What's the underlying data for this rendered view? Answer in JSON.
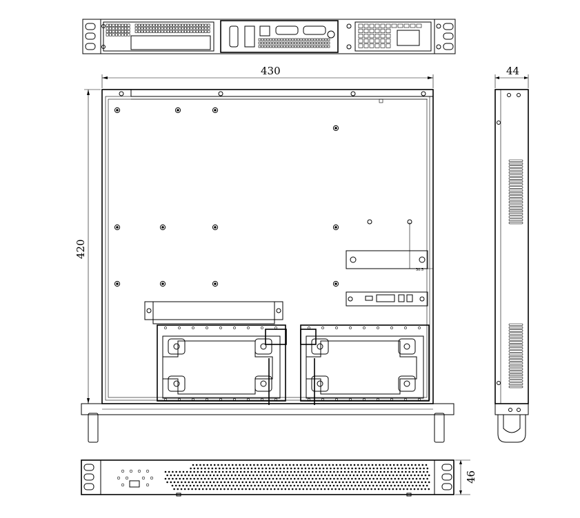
{
  "dimensions": {
    "width": "430",
    "depth": "420",
    "side_height": "44",
    "rear_height": "46"
  },
  "views": [
    "front-view",
    "top-view",
    "side-view",
    "rear-view"
  ]
}
